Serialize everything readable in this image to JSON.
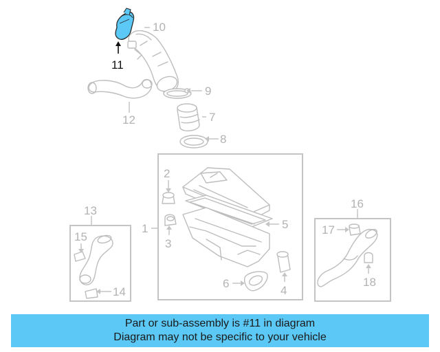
{
  "diagram": {
    "labels": {
      "p1": "1",
      "p2": "2",
      "p3": "3",
      "p4": "4",
      "p5": "5",
      "p6": "6",
      "p7": "7",
      "p8": "8",
      "p9": "9",
      "p10": "10",
      "p11": "11",
      "p12": "12",
      "p13": "13",
      "p14": "14",
      "p15": "15",
      "p16": "16",
      "p17": "17",
      "p18": "18"
    },
    "highlighted_part": "11",
    "colors": {
      "highlight": "#5bc8f5",
      "line": "#bdbdbd",
      "banner": "#5bc8f5"
    }
  },
  "banner": {
    "line1": "Part or sub-assembly is #11 in diagram",
    "line2": "Diagram may not be specific to your vehicle"
  }
}
